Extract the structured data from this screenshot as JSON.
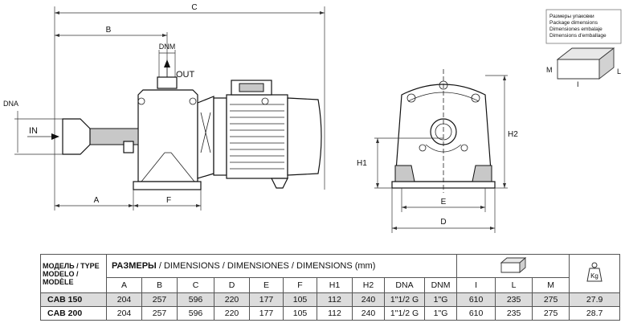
{
  "drawing": {
    "dim_labels": {
      "A": "A",
      "B": "B",
      "C": "C",
      "D": "D",
      "E": "E",
      "F": "F",
      "H1": "H1",
      "H2": "H2",
      "DNA": "DNA",
      "DNM": "DNM"
    },
    "flow_labels": {
      "in": "IN",
      "out": "OUT"
    },
    "package": {
      "lines": [
        "Размеры упаковки",
        "Package dimensions",
        "Dimensiones embalaje",
        "Dimensions d'emballage"
      ],
      "M": "M",
      "L": "L",
      "I": "I"
    }
  },
  "table": {
    "type_header_lines": [
      "МОДЕЛЬ / TYPE",
      "MODELO /",
      "MODÈLE"
    ],
    "dimensions_header_bold": "РАЗМЕРЫ",
    "dimensions_header_rest": " / DIMENSIONS / DIMENSIONES / DIMENSIONS (mm)",
    "weight_icon_label": "Kg",
    "columns": [
      "A",
      "B",
      "C",
      "D",
      "E",
      "F",
      "H1",
      "H2",
      "DNA",
      "DNM",
      "I",
      "L",
      "M"
    ],
    "rows": [
      {
        "model": "CAB 150",
        "values": [
          "204",
          "257",
          "596",
          "220",
          "177",
          "105",
          "112",
          "240",
          "1\"1/2 G",
          "1\"G",
          "610",
          "235",
          "275",
          "27.9"
        ]
      },
      {
        "model": "CAB 200",
        "values": [
          "204",
          "257",
          "596",
          "220",
          "177",
          "105",
          "112",
          "240",
          "1\"1/2 G",
          "1\"G",
          "610",
          "235",
          "275",
          "28.7"
        ]
      }
    ]
  }
}
